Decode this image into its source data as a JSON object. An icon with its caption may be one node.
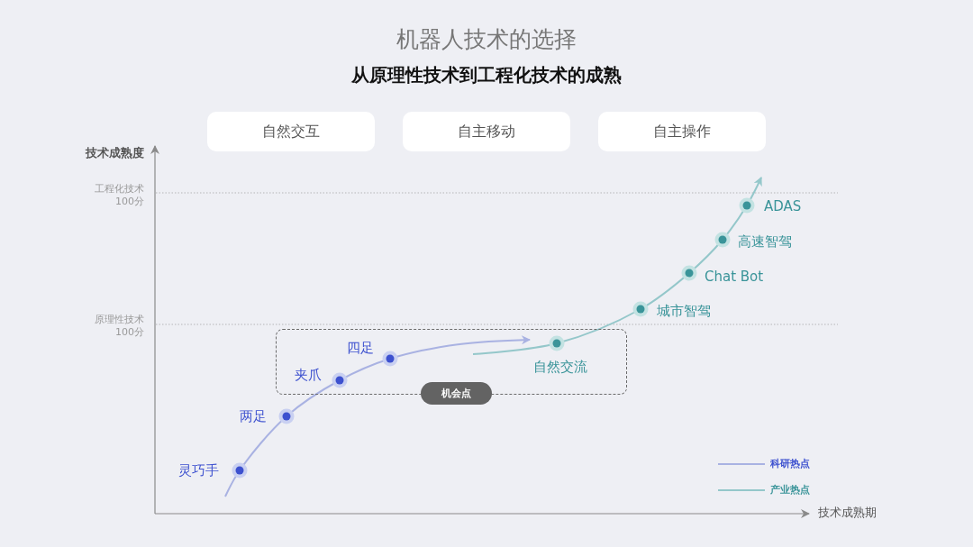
{
  "diagram": {
    "title": "机器人技术的选择",
    "nodes": [
      {
        "text": [
          "自然交互"
        ]
      },
      {
        "text": [
          "自主移动"
        ]
      },
      {
        "text": [
          "自主操作"
        ]
      },
      {
        "text": [
          "机会点"
        ]
      }
    ],
    "labels": [
      "从原理性技术到工程化技术的成熟",
      "技术成熟度",
      "工程化技术",
      "100分",
      "ADAS",
      "高速智驾",
      "Chat Bot",
      "城市智驾",
      "原理性技术",
      "100分",
      "四足",
      "自然交流",
      "夹爪",
      "两足",
      "灵巧手",
      "技术成熟期"
    ],
    "legend": [
      {
        "text": "科研热点"
      },
      {
        "text": "产业热点"
      }
    ]
  }
}
